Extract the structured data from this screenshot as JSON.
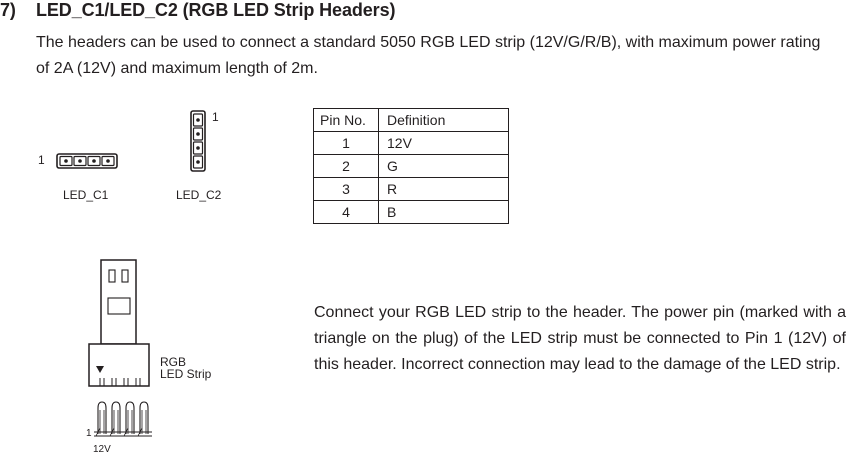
{
  "section": {
    "number": "7)",
    "title": "LED_C1/LED_C2 (RGB LED Strip Headers)",
    "intro": "The headers can be used to connect a standard 5050 RGB LED strip (12V/G/R/B), with maximum power rating of 2A (12V) and maximum length of 2m."
  },
  "headers": {
    "c1_pin1_marker": "1",
    "c1_label": "LED_C1",
    "c2_pin1_marker": "1",
    "c2_label": "LED_C2"
  },
  "pin_table": {
    "columns": [
      "Pin No.",
      "Definition"
    ],
    "rows": [
      {
        "pin": "1",
        "definition": "12V"
      },
      {
        "pin": "2",
        "definition": "G"
      },
      {
        "pin": "3",
        "definition": "R"
      },
      {
        "pin": "4",
        "definition": "B"
      }
    ]
  },
  "strip_diagram": {
    "strip_label_line1": "RGB",
    "strip_label_line2": "LED Strip",
    "pin1_marker": "1",
    "power_label": "12V"
  },
  "connection_note": "Connect your RGB LED strip to the header. The power pin (marked with a triangle on the plug) of the LED strip must be connected to Pin 1 (12V) of this header. Incorrect connection may lead to the damage of the LED strip."
}
